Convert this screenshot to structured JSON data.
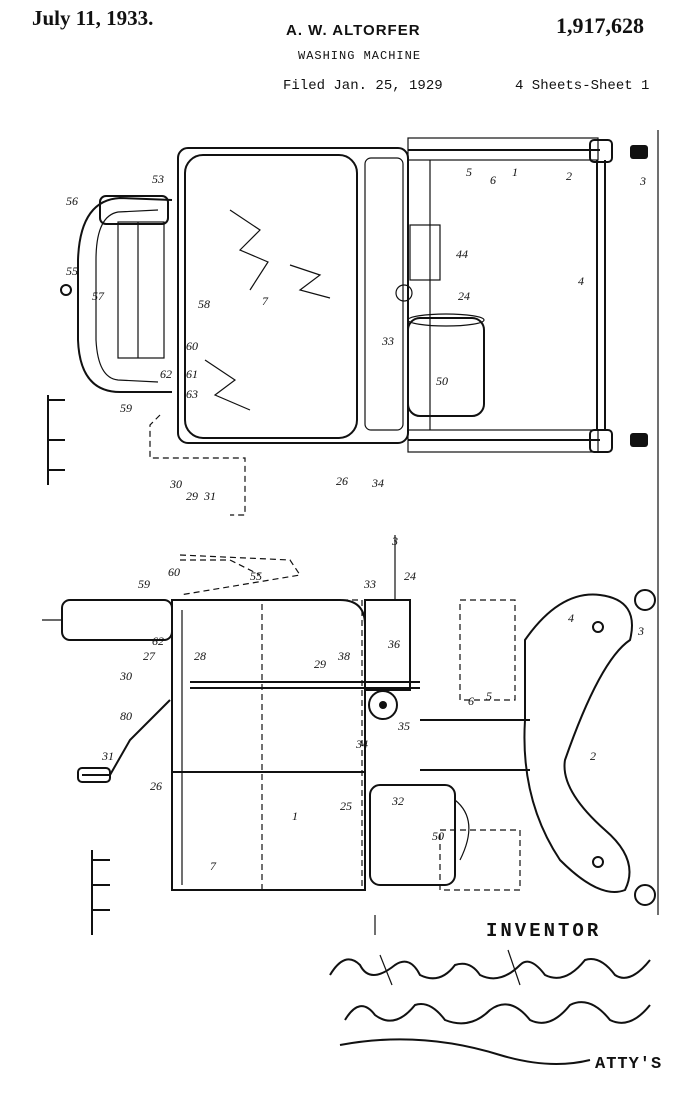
{
  "header": {
    "date": "July 11, 1933.",
    "inventor_name": "A. W. ALTORFER",
    "patent_number": "1,917,628",
    "title": "WASHING MACHINE",
    "filed": "Filed Jan. 25, 1929",
    "sheets": "4 Sheets-Sheet 1"
  },
  "footer": {
    "inventor_label": "INVENTOR",
    "attorneys_label": "ATTY'S"
  },
  "fig_top": {
    "refs": [
      "56",
      "53",
      "55",
      "57",
      "58",
      "60",
      "61",
      "62",
      "63",
      "59",
      "30",
      "29",
      "31",
      "26",
      "7",
      "33",
      "44",
      "24",
      "50",
      "5",
      "6",
      "1",
      "2",
      "3",
      "4",
      "34"
    ]
  },
  "fig_bottom": {
    "refs": [
      "3",
      "24",
      "55",
      "59",
      "60",
      "62",
      "27",
      "28",
      "30",
      "80",
      "29",
      "38",
      "33",
      "36",
      "34",
      "35",
      "31",
      "26",
      "25",
      "1",
      "32",
      "50",
      "7",
      "6",
      "5",
      "4",
      "3",
      "2"
    ]
  },
  "signatures": {
    "inventor": "Alpheus W. Altorfer",
    "attorneys": "LaPonte & LaPonte"
  }
}
